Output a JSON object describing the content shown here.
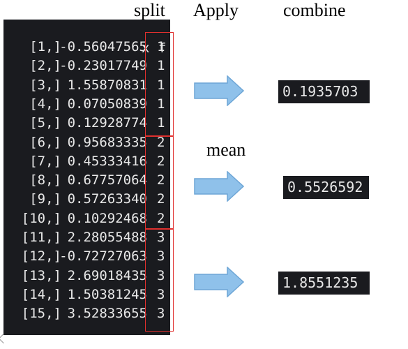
{
  "headers": {
    "split": "split",
    "apply": "Apply",
    "combine": "combine",
    "mean": "mean"
  },
  "columns": {
    "x": "x",
    "f": "f"
  },
  "rows": [
    {
      "idx": "[1,]",
      "x": "-0.56047565",
      "f": "1"
    },
    {
      "idx": "[2,]",
      "x": "-0.23017749",
      "f": "1"
    },
    {
      "idx": "[3,]",
      "x": "1.55870831",
      "f": "1"
    },
    {
      "idx": "[4,]",
      "x": "0.07050839",
      "f": "1"
    },
    {
      "idx": "[5,]",
      "x": "0.12928774",
      "f": "1"
    },
    {
      "idx": "[6,]",
      "x": "0.95683335",
      "f": "2"
    },
    {
      "idx": "[7,]",
      "x": "0.45333416",
      "f": "2"
    },
    {
      "idx": "[8,]",
      "x": "0.67757064",
      "f": "2"
    },
    {
      "idx": "[9,]",
      "x": "0.57263340",
      "f": "2"
    },
    {
      "idx": "[10,]",
      "x": "0.10292468",
      "f": "2"
    },
    {
      "idx": "[11,]",
      "x": "2.28055488",
      "f": "3"
    },
    {
      "idx": "[12,]",
      "x": "-0.72727063",
      "f": "3"
    },
    {
      "idx": "[13,]",
      "x": "2.69018435",
      "f": "3"
    },
    {
      "idx": "[14,]",
      "x": "1.50381245",
      "f": "3"
    },
    {
      "idx": "[15,]",
      "x": "3.52833655",
      "f": "3"
    }
  ],
  "results": [
    "0.1935703",
    "0.5526592",
    "1.8551235"
  ],
  "colors": {
    "console_bg": "#1a1b1f",
    "box_red": "#e0302e",
    "arrow_fill": "#8fc1ea",
    "arrow_stroke": "#6ea6d6"
  }
}
